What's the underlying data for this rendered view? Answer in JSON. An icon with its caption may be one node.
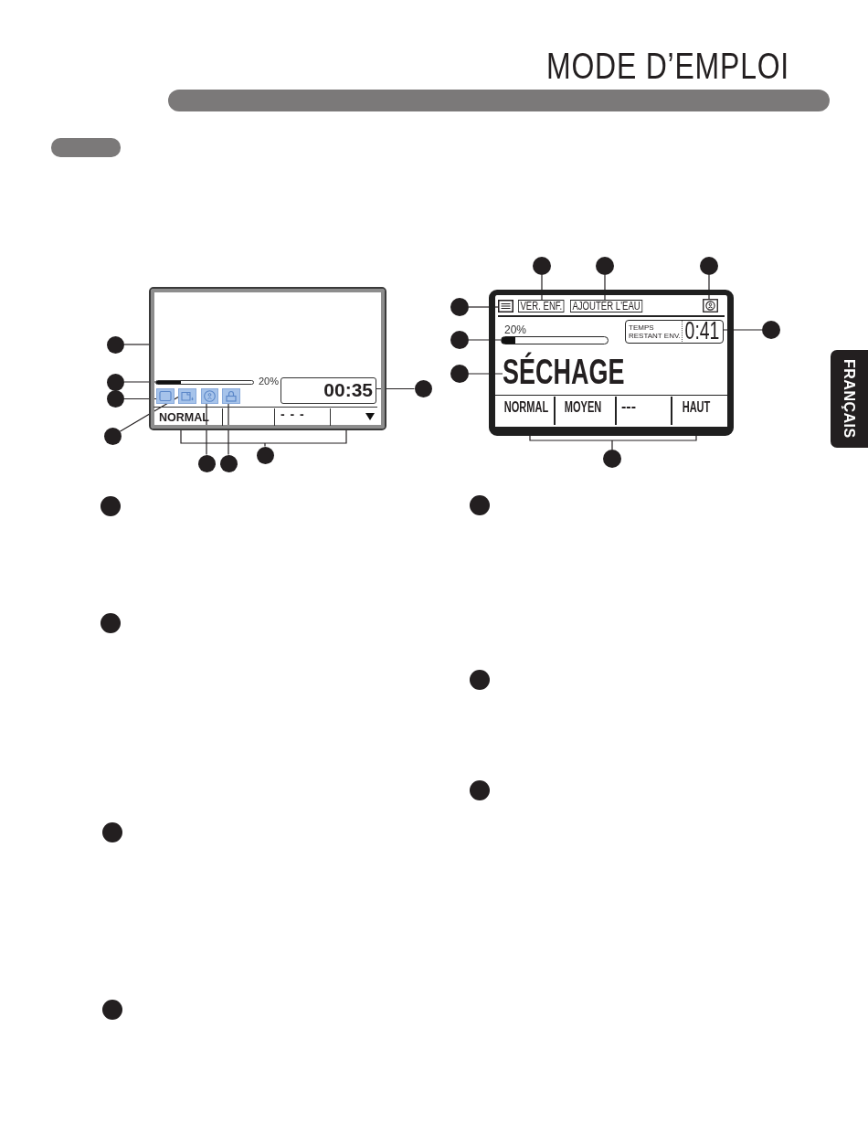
{
  "diagram": {
    "title": "MODE D’EMPLOI",
    "nodes": [
      {
        "text": [],
        "shape": "box"
      },
      {
        "text": [],
        "shape": "box"
      },
      {
        "text": [],
        "shape": "bar",
        "in": 1,
        "beside": [
          "20%"
        ]
      },
      {
        "text": [],
        "shape": "picture",
        "in": 1
      },
      {
        "text": [],
        "shape": "picture",
        "in": 1
      },
      {
        "text": [],
        "shape": "picture",
        "in": 1
      },
      {
        "text": [],
        "shape": "picture",
        "in": 1
      },
      {
        "text": [
          "00:35"
        ],
        "in": 1
      },
      {
        "text": [
          "NORMAL",
          "- - -"
        ],
        "in": 1
      },
      {
        "text": [],
        "shape": "circle"
      },
      {
        "text": [],
        "shape": "circle"
      },
      {
        "text": [],
        "shape": "circle"
      },
      {
        "text": [],
        "shape": "circle"
      },
      {
        "text": [],
        "shape": "circle"
      },
      {
        "text": [],
        "shape": "circle"
      },
      {
        "text": [],
        "shape": "circle"
      },
      {
        "text": [],
        "shape": "circle"
      },
      {
        "text": [],
        "shape": "box"
      },
      {
        "text": [],
        "shape": "picture",
        "in": 17
      },
      {
        "text": [
          "VER. ENF."
        ],
        "in": 17
      },
      {
        "text": [
          "AJOUTER L'EAU"
        ],
        "in": 17
      },
      {
        "text": [],
        "shape": "picture",
        "in": 17
      },
      {
        "text": [],
        "shape": "bar",
        "in": 17,
        "beside": [
          "20%"
        ]
      },
      {
        "text": [
          "TEMPS RESTANT ENV.",
          "0:41"
        ],
        "in": 17
      },
      {
        "text": [
          "SÉCHAGE"
        ],
        "in": 17
      },
      {
        "text": [
          "NORMAL",
          "MOYEN",
          "---",
          "HAUT"
        ],
        "in": 17
      },
      {
        "text": [],
        "shape": "circle"
      },
      {
        "text": [],
        "shape": "circle"
      },
      {
        "text": [],
        "shape": "circle"
      },
      {
        "text": [],
        "shape": "circle"
      },
      {
        "text": [],
        "shape": "circle"
      },
      {
        "text": [],
        "shape": "circle"
      },
      {
        "text": [],
        "shape": "circle"
      },
      {
        "text": [],
        "shape": "circle"
      },
      {
        "text": [],
        "shape": "circle"
      },
      {
        "text": [],
        "shape": "circle"
      },
      {
        "text": [],
        "shape": "circle"
      },
      {
        "text": [],
        "shape": "circle"
      },
      {
        "text": [],
        "shape": "circle"
      },
      {
        "text": [],
        "shape": "circle"
      },
      {
        "text": [],
        "shape": "circle"
      }
    ],
    "edges": [
      {
        "from": 9,
        "to": 1,
        "arrow": "none"
      },
      {
        "from": 10,
        "to": 2,
        "arrow": "none"
      },
      {
        "from": 11,
        "to": 3,
        "arrow": "none"
      },
      {
        "from": 12,
        "to": 4,
        "arrow": "none"
      },
      {
        "from": 13,
        "to": 5,
        "arrow": "none"
      },
      {
        "from": 14,
        "to": 6,
        "arrow": "none"
      },
      {
        "from": 16,
        "to": 7,
        "arrow": "none"
      },
      {
        "from": 15,
        "to": 8,
        "arrow": "none"
      },
      {
        "from": 26,
        "to": 19,
        "arrow": "none"
      },
      {
        "from": 27,
        "to": 20,
        "arrow": "none"
      },
      {
        "from": 28,
        "to": 21,
        "arrow": "none"
      },
      {
        "from": 29,
        "to": 18,
        "arrow": "none"
      },
      {
        "from": 30,
        "to": 23,
        "arrow": "none"
      },
      {
        "from": 31,
        "to": 22,
        "arrow": "none"
      },
      {
        "from": 32,
        "to": 24,
        "arrow": "none"
      },
      {
        "from": 33,
        "to": 25,
        "arrow": "none"
      }
    ],
    "labels": [
      "FRANÇAIS"
    ]
  }
}
